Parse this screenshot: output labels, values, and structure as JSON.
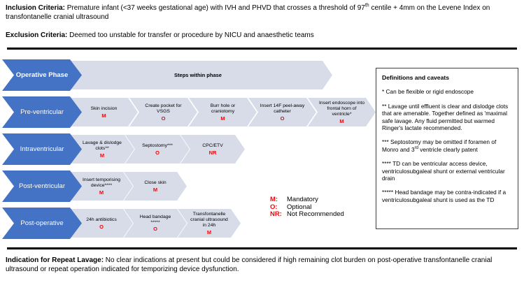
{
  "colors": {
    "phase_blue": "#4472C4",
    "step_fill": "#D7DCE8",
    "code_red": "#FF0000"
  },
  "header": {
    "inclusion": {
      "label": "Inclusion Criteria:",
      "text_before_sup": " Premature infant (<37 weeks gestational age) with IVH and PHVD that crosses a threshold of 97",
      "sup": "th",
      "text_after_sup": " centile + 4mm on the Levene Index on transfontanelle cranial ultrasound"
    },
    "exclusion": {
      "label": "Exclusion Criteria:",
      "text": " Deemed too unstable for transfer or procedure by NICU and anaesthetic teams"
    }
  },
  "diagram": {
    "column_header": {
      "phase": "Operative Phase",
      "steps": "Steps within phase"
    },
    "rows": [
      {
        "phase": "Pre-ventricular",
        "steps": [
          {
            "label": "Skin incision",
            "code": "M"
          },
          {
            "label": "Create pocket for VSGS",
            "code": "O"
          },
          {
            "label": "Burr hole or craniotomy",
            "code": "M"
          },
          {
            "label": "Insert 14F peel-away catheter",
            "code": "O"
          },
          {
            "label": "Insert endoscope into frontal horn of ventricle*",
            "code": "M"
          }
        ]
      },
      {
        "phase": "Intraventricular",
        "steps": [
          {
            "label": "Lavage & dislodge clots**",
            "code": "M"
          },
          {
            "label": "Septostomy***",
            "code": "O"
          },
          {
            "label": "CPC/ETV",
            "code": "NR"
          }
        ]
      },
      {
        "phase": "Post-ventricular",
        "steps": [
          {
            "label": "Insert temporising device****",
            "code": "M"
          },
          {
            "label": "Close skin",
            "code": "M"
          }
        ]
      },
      {
        "phase": "Post-operative",
        "steps": [
          {
            "label": "24h antibiotics",
            "code": "O"
          },
          {
            "label": "Head bandage",
            "label2": "*****",
            "code": "O"
          },
          {
            "label": "Transfontanelle cranial ultrasound in 24h",
            "code": "M"
          }
        ]
      }
    ],
    "legend": [
      {
        "key": "M:",
        "value": "Mandatory"
      },
      {
        "key": "O:",
        "value": "Optional"
      },
      {
        "key": "NR:",
        "value": "Not Recommended"
      }
    ],
    "definitions": {
      "title": "Definitions and caveats",
      "item1": "* Can be flexible or rigid endoscope",
      "item2": "** Lavage until effluent is clear and dislodge clots that are amenable. Together defined as 'maximal safe lavage. Any fluid permitted but warmed Ringer's lactate recommended.",
      "item3_pre": "*** Septostomy may be omitted if foramen of Monro and 3",
      "item3_sup": "rd",
      "item3_post": " ventricle clearly patent",
      "item4": "**** TD can be ventricular access device, ventriculosubgaleal shunt or external ventricular drain",
      "item5": "***** Head bandage may be contra-indicated if a ventriculosubgaleal shunt is used as the TD"
    }
  },
  "footer": {
    "label": "Indication for Repeat Lavage:",
    "text": " No clear indications at present but could be considered if high remaining clot burden on post-operative transfontanelle cranial ultrasound or repeat operation indicated for temporizing device dysfunction."
  }
}
